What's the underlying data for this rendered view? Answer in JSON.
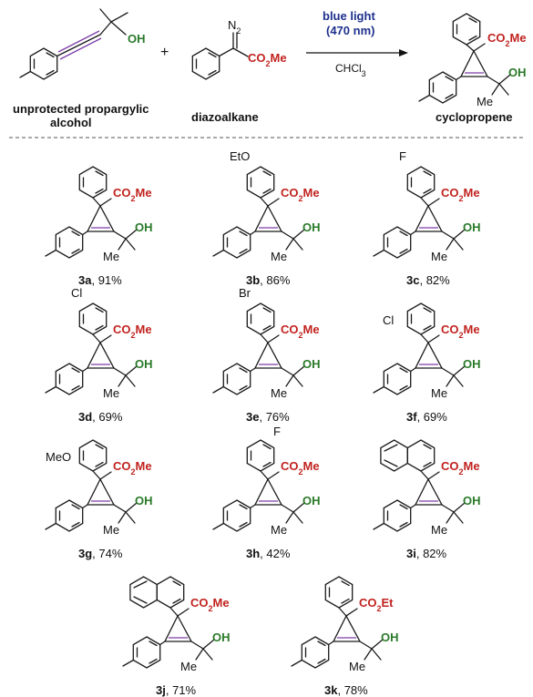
{
  "reaction": {
    "reactant1_oh": "OH",
    "reactant1_caption": [
      "unprotected propargylic",
      "alcohol"
    ],
    "plus": "+",
    "reactant2_n2": "N2",
    "reactant2_ester": "CO2Me",
    "reactant2_caption": "diazoalkane",
    "condition_line1": "blue light",
    "condition_line2": "(470 nm)",
    "solvent": "CHCl3",
    "product_ester": "CO2Me",
    "product_oh": "OH",
    "product_me": "Me",
    "product_caption": "cyclopropene"
  },
  "colors": {
    "ester": "#c0231f",
    "hydroxyl": "#2a7a2a",
    "light": "#1d2f8c",
    "alkyne": "#7d3fa8"
  },
  "compounds": [
    {
      "id": "3a",
      "yield": "91%",
      "substituent": "",
      "ester": "CO2Me"
    },
    {
      "id": "3b",
      "yield": "86%",
      "substituent": "EtO",
      "ester": "CO2Me"
    },
    {
      "id": "3c",
      "yield": "82%",
      "substituent": "F",
      "ester": "CO2Me"
    },
    {
      "id": "3d",
      "yield": "69%",
      "substituent": "Cl",
      "ester": "CO2Me"
    },
    {
      "id": "3e",
      "yield": "76%",
      "substituent": "Br",
      "ester": "CO2Me"
    },
    {
      "id": "3f",
      "yield": "69%",
      "substituent": "Cl",
      "ester": "CO2Me"
    },
    {
      "id": "3g",
      "yield": "74%",
      "substituent": "MeO",
      "ester": "CO2Me"
    },
    {
      "id": "3h",
      "yield": "42%",
      "substituent": "F",
      "ester": "CO2Me"
    },
    {
      "id": "3i",
      "yield": "82%",
      "substituent": "",
      "ester": "CO2Me"
    },
    {
      "id": "3j",
      "yield": "71%",
      "substituent": "",
      "ester": "CO2Me"
    },
    {
      "id": "3k",
      "yield": "78%",
      "substituent": "",
      "ester": "CO2Et"
    }
  ],
  "labels": {
    "oh": "OH",
    "me": "Me"
  }
}
